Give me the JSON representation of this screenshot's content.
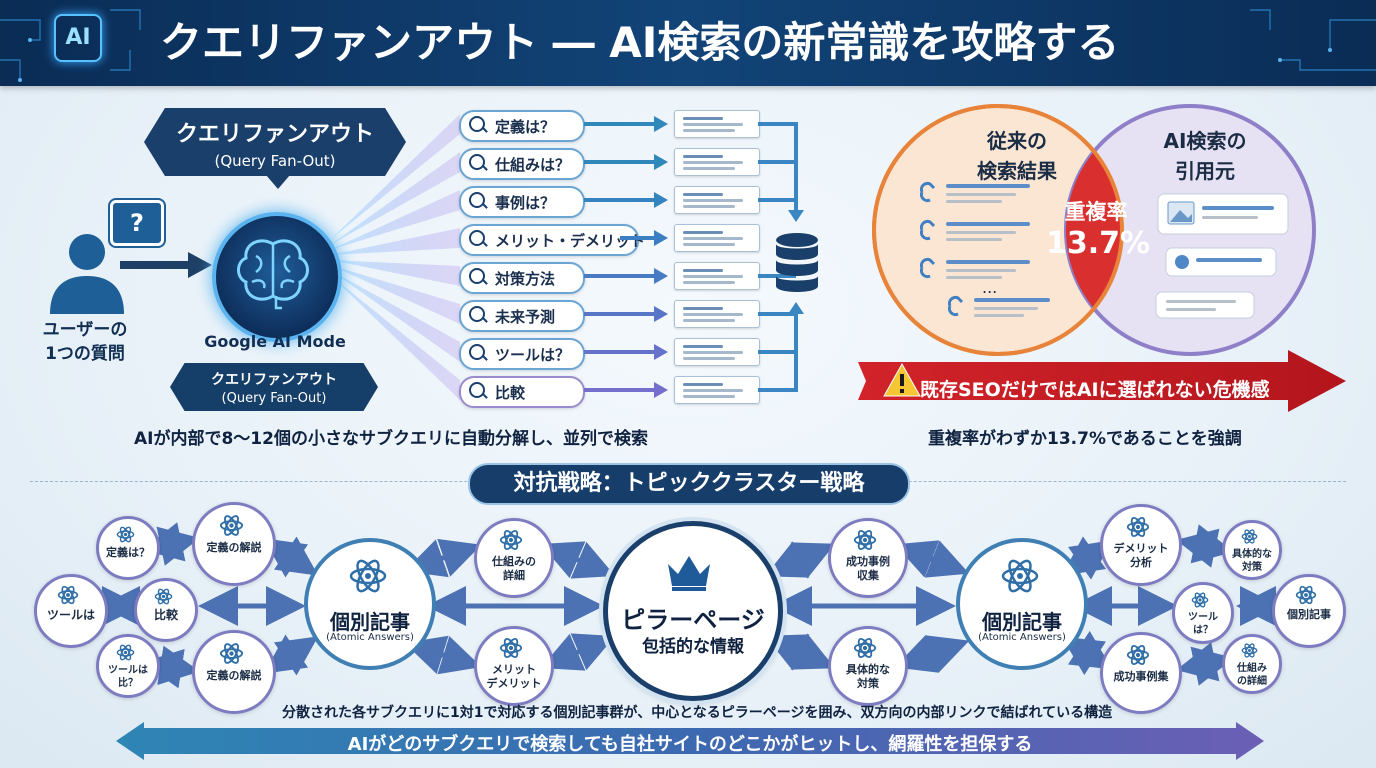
{
  "header": {
    "logo_text": "AI",
    "title": "クエリファンアウト ― AI検索の新常識を攻略する"
  },
  "fanout": {
    "banner_title": "クエリファンアウト",
    "banner_subtitle": "(Query Fan-Out)",
    "user_label_line1": "ユーザーの",
    "user_label_line2": "1つの質問",
    "question_mark": "?",
    "engine_label": "Google AI Mode",
    "banner2_title": "クエリファンアウト",
    "banner2_subtitle": "(Query Fan-Out)",
    "sub_queries": [
      "定義は？",
      "仕組みは？",
      "事例は？",
      "メリット・デメリット",
      "対策方法",
      "未来予測",
      "ツールは？",
      "比較"
    ],
    "caption": "AIが内部で8〜12個の小さなサブクエリに自動分解し、並列で検索"
  },
  "venn": {
    "left_title_line1": "従来の",
    "left_title_line2": "検索結果",
    "right_title_line1": "AI検索の",
    "right_title_line2": "引用元",
    "overlap_label": "重複率",
    "overlap_value": "13.7%",
    "dots": "...",
    "warning": "既存SEOだけではAIに選ばれない危機感",
    "caption": "重複率がわずか13.7%であることを強調"
  },
  "strategy": {
    "title": "対抗戦略：トピッククラスター戦略",
    "pillar_title": "ピラーページ",
    "pillar_subtitle": "包括的な情報",
    "hub_left_title": "個別記事",
    "hub_left_subtitle": "(Atomic Answers)",
    "hub_right_title": "個別記事",
    "hub_right_subtitle": "(Atomic Answers)",
    "left_outer_nodes": [
      "定義は？",
      "ツールは",
      "比較",
      "ツールは\n比？"
    ],
    "left_mid_nodes": [
      "定義の解説",
      "定義の解説"
    ],
    "center_left_nodes": [
      "仕組みの\n詳細",
      "メリット\nデメリット"
    ],
    "center_right_nodes": [
      "成功事例\n収集",
      "具体的な\n対策"
    ],
    "right_mid_nodes": [
      "デメリット\n分析",
      "成功事例集"
    ],
    "right_outer_nodes": [
      "具体的な\n対策",
      "ツール\nは？",
      "個別記事",
      "仕組み\nの詳細"
    ],
    "caption": "分散された各サブクエリに1対1で対応する個別記事群が、中心となるピラーページを囲み、双方向の内部リンクで結ばれている構造",
    "bottom_banner": "AIがどのサブクエリで検索しても自社サイトのどこかがヒットし、網羅性を担保する"
  },
  "colors": {
    "navy": "#1a3f6b",
    "accent_blue": "#5ab3ee",
    "red": "#c8202a",
    "purple": "#7e7cc1",
    "orange": "#e8833a"
  }
}
